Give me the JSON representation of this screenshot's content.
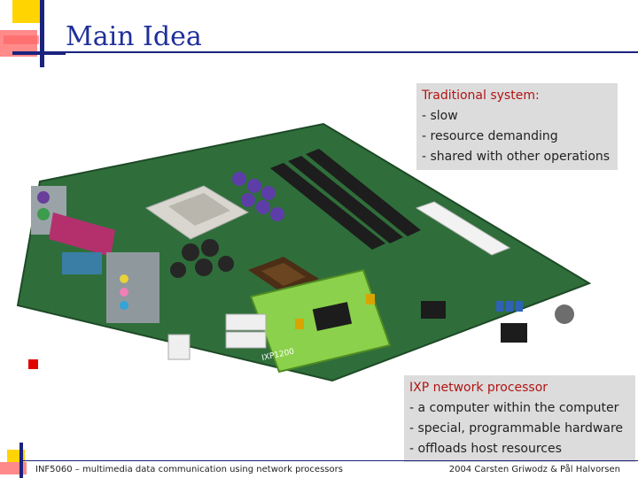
{
  "slide": {
    "title": "Main Idea",
    "traditional": {
      "heading": "Traditional system:",
      "items": [
        "- slow",
        "- resource demanding",
        "- shared with other operations"
      ]
    },
    "ixp": {
      "heading": "IXP network processor",
      "items": [
        "- a computer within the computer",
        "- special, programmable hardware",
        "- offloads host resources"
      ]
    },
    "board_card_label": "IXP1200",
    "footer_left": "INF5060 – multimedia data communication using network processors",
    "footer_right": "2004  Carsten Griwodz & Pål Halvorsen"
  },
  "colors": {
    "title": "#1f2f9a",
    "accent_red": "#e00000",
    "heading_red": "#b21414",
    "callout_bg": "#dcdcdc",
    "board_green": "#2f6e3a"
  }
}
